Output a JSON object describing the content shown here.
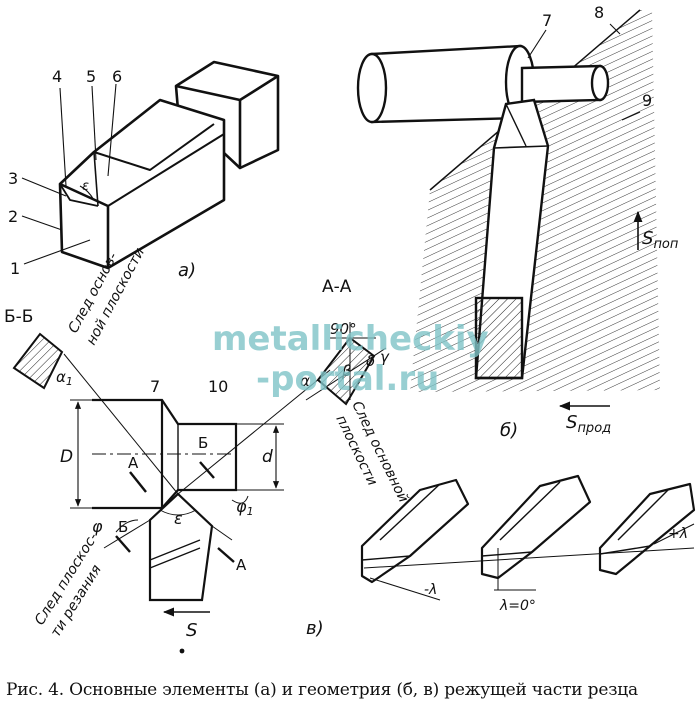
{
  "watermark": {
    "line1": "metallicheckiy",
    "line2": "-portal.ru"
  },
  "caption": "Рис. 4. Основные элементы (а) и геометрия (б, в) режущей части резца",
  "panel_a": {
    "panel_label": "а)",
    "callouts": [
      "1",
      "2",
      "3",
      "4",
      "5",
      "6"
    ],
    "angle_label": "ε"
  },
  "panel_b": {
    "panel_label": "б)",
    "callouts": [
      "7",
      "8",
      "9"
    ],
    "feed_cross": "S",
    "feed_cross_sub": "поп",
    "feed_long": "S",
    "feed_long_sub": "прод"
  },
  "panel_v": {
    "panel_label": "в)",
    "section_bb": "Б-Б",
    "section_aa": "А-А",
    "trace_main_bb": "След основ-",
    "trace_main_bb2": "ной плоскости",
    "trace_main_aa": "След основной",
    "trace_main_aa2": "плоскости",
    "trace_cutting": "След плоскос-",
    "trace_cutting2": "ти резания",
    "angle_90": "90°",
    "angle_alpha1": "α",
    "angle_alpha1_sub": "1",
    "angle_alpha": "α",
    "angle_beta": "β",
    "angle_gamma": "γ",
    "angle_delta": "δ",
    "angle_phi": "φ",
    "angle_phi1": "φ",
    "angle_phi1_sub": "1",
    "angle_eps": "ε",
    "dim_D": "D",
    "dim_d": "d",
    "callout_7": "7",
    "callout_10": "10",
    "cut_A": "А",
    "cut_B": "Б",
    "feed": "S"
  },
  "lambda_views": {
    "neg": "-λ",
    "zero": "λ=0°",
    "pos": "+λ"
  }
}
